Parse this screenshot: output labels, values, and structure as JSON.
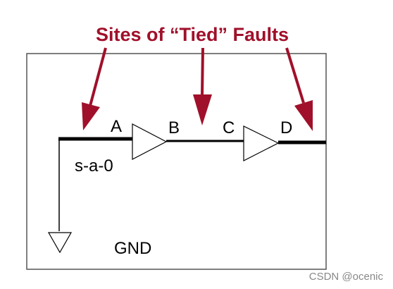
{
  "title": "Sites of “Tied” Faults",
  "labels": {
    "node_a": "A",
    "node_b": "B",
    "node_c": "C",
    "node_d": "D",
    "fault": "s-a-0",
    "ground": "GND"
  },
  "watermark": "CSDN @ocenic",
  "colors": {
    "accent": "#a0102a",
    "line": "#000000",
    "box_border": "#555555",
    "watermark": "#888888"
  },
  "icons": {
    "ground": "ground-symbol-icon",
    "buffer": "buffer-gate-icon",
    "arrow": "arrow-down-icon"
  }
}
